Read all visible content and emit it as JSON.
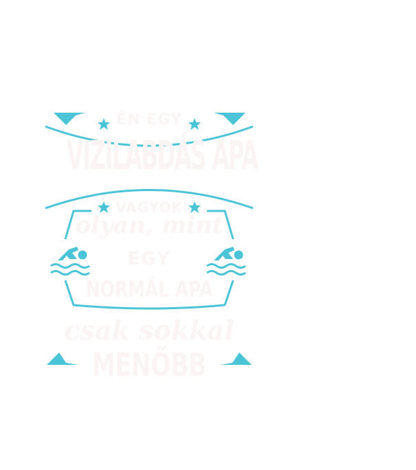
{
  "colors": {
    "accent": "#4cc4d8",
    "text": "#fbf4f5",
    "background": "#ffffff"
  },
  "design": {
    "line1": "ÉN EGY",
    "line2": "VIZILABDÁS APA",
    "line3": "VAGYOK",
    "line4": "olyan, mint",
    "line5": "EGY",
    "line6": "NORMÁL APA",
    "line7": "csak sokkal",
    "line8": "MENŐBB"
  },
  "icons": [
    "star-icon",
    "star-icon",
    "star-icon",
    "star-icon",
    "swimmer-icon",
    "swimmer-icon"
  ]
}
